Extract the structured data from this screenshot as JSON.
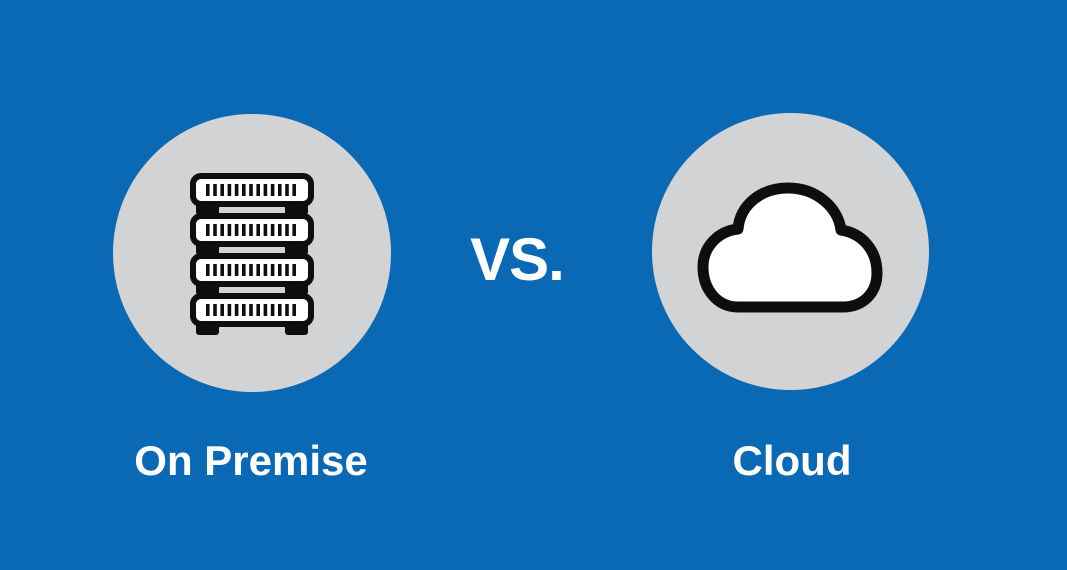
{
  "page": {
    "background_color": "#0a69b4",
    "circle_color": "#d2d3d5",
    "icon_ink_color": "#0e0e0e",
    "text_color": "#ffffff"
  },
  "comparison": {
    "vs_label": "VS.",
    "left": {
      "label": "On Premise",
      "icon": "server-stack-icon"
    },
    "right": {
      "label": "Cloud",
      "icon": "cloud-icon"
    }
  }
}
